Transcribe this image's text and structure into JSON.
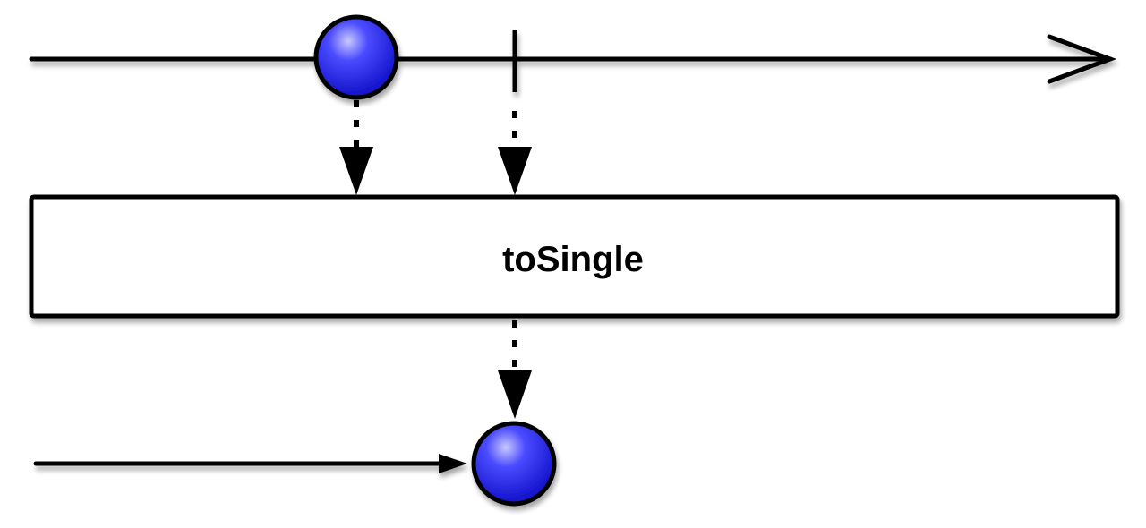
{
  "operator": {
    "label": "toSingle"
  },
  "source_stream": {
    "items": [
      {
        "kind": "marble",
        "color": "#2424ee"
      }
    ],
    "terminates_with": "completion-bar",
    "direction_icon": "open-arrowhead"
  },
  "result_stream": {
    "items": [
      {
        "kind": "marble",
        "color": "#2424ee"
      }
    ],
    "direction_icon": "filled-arrowhead"
  },
  "colors": {
    "stroke": "#000000",
    "marble_fill": "#2424ee",
    "marble_highlight": "#c8c8ff",
    "box_fill": "#ffffff",
    "background": "#ffffff"
  }
}
